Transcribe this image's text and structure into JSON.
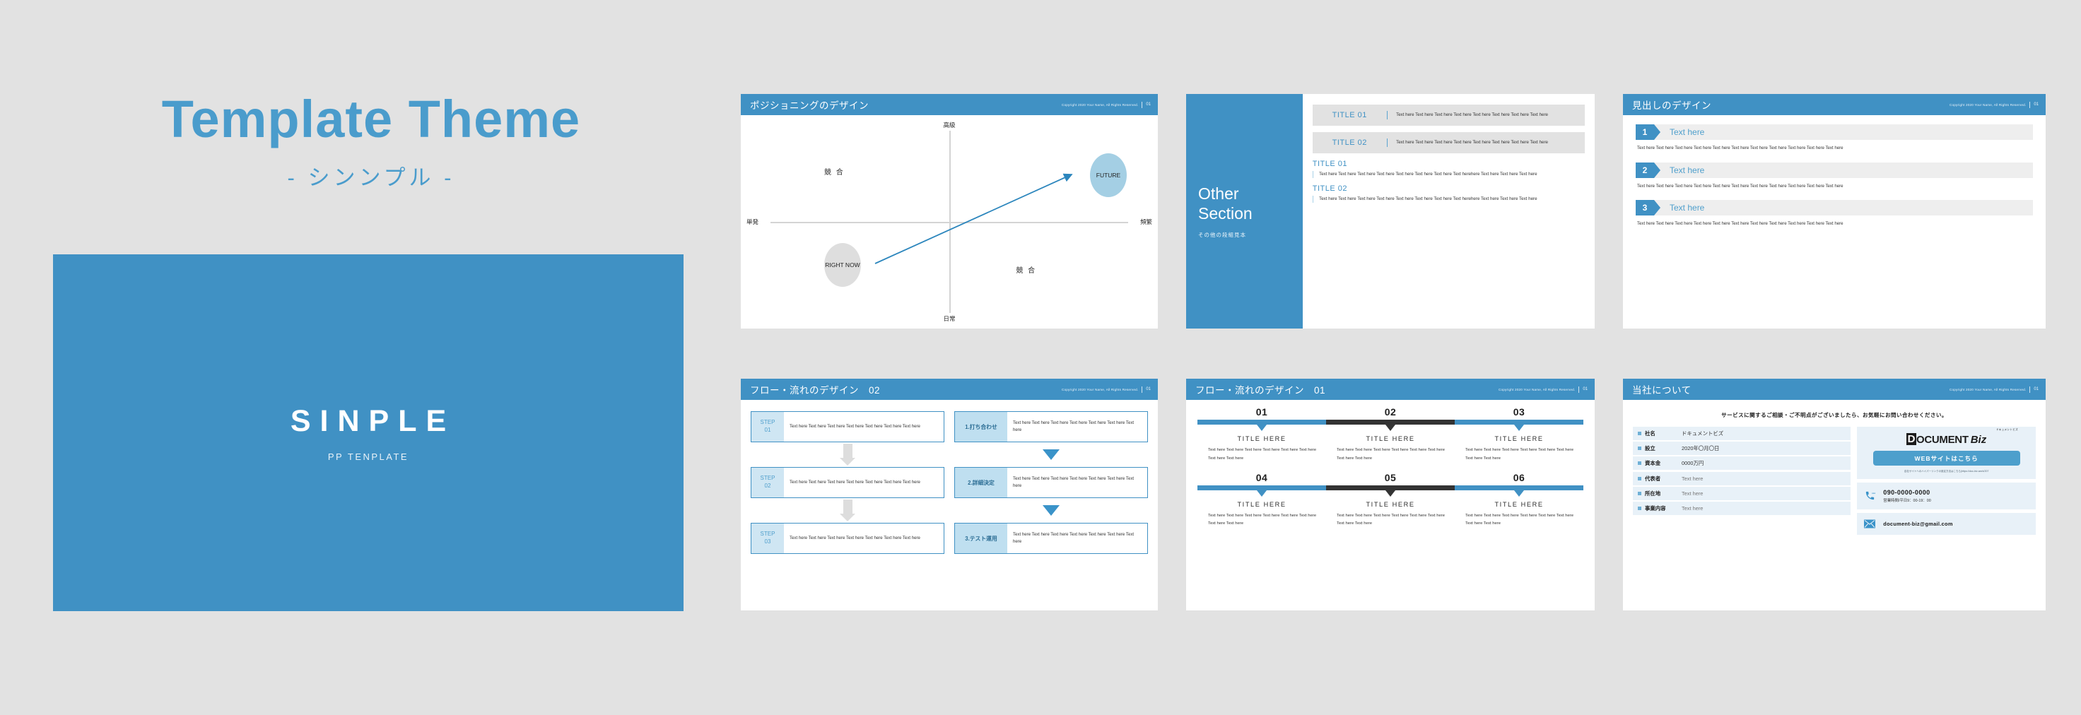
{
  "theme": {
    "accent": "#4091c4",
    "accent_light": "#a4cfe4",
    "bg": "#e2e2e2",
    "dark": "#2b2b2b"
  },
  "title_block": {
    "main": "Template Theme",
    "sub": "- シンンプル -",
    "hero_main": "SINPLE",
    "hero_sub": "PP TENPLATE"
  },
  "slide_meta": {
    "copyright": "Copyright 2020 Your Name, All Rights Reserved.",
    "page_no": "01"
  },
  "slides": {
    "positioning": {
      "title": "ポジショニングのデザイン",
      "axis_top": "高級",
      "axis_bottom": "日常",
      "axis_left": "単発",
      "axis_right": "頻繁",
      "quadrant_tl": "競 合",
      "quadrant_br": "競 合",
      "bubble_future": "FUTURE",
      "bubble_now": "RIGHT NOW"
    },
    "other_section": {
      "big_line1": "Other",
      "big_line2": "Section",
      "small": "その他の段組見本",
      "cards": [
        {
          "title": "TITLE 01",
          "text": "Text here Text here Text here Text here Text here Text here Text here Text here"
        },
        {
          "title": "TITLE 02",
          "text": "Text here Text here Text here Text here Text here Text here Text here Text here"
        }
      ],
      "sections": [
        {
          "title": "TITLE 01",
          "text": "Text here Text here Text here Text here Text here Text here Text here Text herehere Text here Text here Text here"
        },
        {
          "title": "TITLE 02",
          "text": "Text here Text here Text here Text here Text here Text here Text here Text herehere Text here Text here Text here"
        }
      ]
    },
    "headings": {
      "title": "見出しのデザイン",
      "items": [
        {
          "num": "1",
          "label": "Text here",
          "text": "Text here Text here Text here Text here Text here Text here Text here Text here Text here Text here Text here"
        },
        {
          "num": "2",
          "label": "Text here",
          "text": "Text here Text here Text here Text here Text here Text here Text here Text here Text here Text here Text here"
        },
        {
          "num": "3",
          "label": "Text here",
          "text": "Text here Text here Text here Text here Text here Text here Text here Text here Text here Text here Text here"
        }
      ]
    },
    "flow02": {
      "title": "フロー・流れのデザイン　02",
      "left_steps": [
        {
          "tag_line1": "STEP",
          "tag_line2": "01",
          "text": "Text here Text here Text here Text here Text here Text here Text here"
        },
        {
          "tag_line1": "STEP",
          "tag_line2": "02",
          "text": "Text here Text here Text here Text here Text here Text here Text here"
        },
        {
          "tag_line1": "STEP",
          "tag_line2": "03",
          "text": "Text here Text here Text here Text here Text here Text here Text here"
        }
      ],
      "right_steps": [
        {
          "tag": "1.打ち合わせ",
          "text": "Text here Text here Text here Text here Text here Text here Text here"
        },
        {
          "tag": "2.詳細決定",
          "text": "Text here Text here Text here Text here Text here Text here Text here"
        },
        {
          "tag": "3.テスト運用",
          "text": "Text here Text here Text here Text here Text here Text here Text here"
        }
      ]
    },
    "flow01": {
      "title": "フロー・流れのデザイン　01",
      "row1": {
        "nums": [
          "01",
          "02",
          "03"
        ],
        "titles": [
          "TITLE HERE",
          "TITLE HERE",
          "TITLE HERE"
        ],
        "texts": [
          "Text here Text here Text here Text here Text here Text here Text here Text here",
          "Text here Text here Text here Text here Text here Text here Text here Text here",
          "Text here Text here Text here Text here Text here Text here Text here Text here"
        ]
      },
      "row2": {
        "nums": [
          "04",
          "05",
          "06"
        ],
        "titles": [
          "TITLE HERE",
          "TITLE HERE",
          "TITLE HERE"
        ],
        "texts": [
          "Text here Text here Text here Text here Text here Text here Text here Text here",
          "Text here Text here Text here Text here Text here Text here Text here Text here",
          "Text here Text here Text here Text here Text here Text here Text here Text here"
        ]
      }
    },
    "about": {
      "title": "当社について",
      "lead": "サービスに関するご相談・ご不明点がございましたら、お気軽にお問い合わせください。",
      "rows": [
        {
          "key": "社名",
          "value": "ドキュメントビズ"
        },
        {
          "key": "設立",
          "value": "2020年〇月〇日"
        },
        {
          "key": "資本金",
          "value": "0000万円"
        },
        {
          "key": "代表者",
          "value": "Text here"
        },
        {
          "key": "所在地",
          "value": "Text here"
        },
        {
          "key": "事業内容",
          "value": "Text here"
        }
      ],
      "logo": {
        "kana": "ドキュメントビズ",
        "d": "D",
        "rest": "OCUMENT",
        "biz": "Biz"
      },
      "web_button": "WEBサイトはこちら",
      "web_note": "自社サイトへのハイパーリンクの設定方法はこちら(https://doc-biz.work/207",
      "phone": "090-0000-0000",
      "phone_hours": "営業時間/平日9：00-19：00",
      "email": "document-biz@gmail.com"
    }
  }
}
